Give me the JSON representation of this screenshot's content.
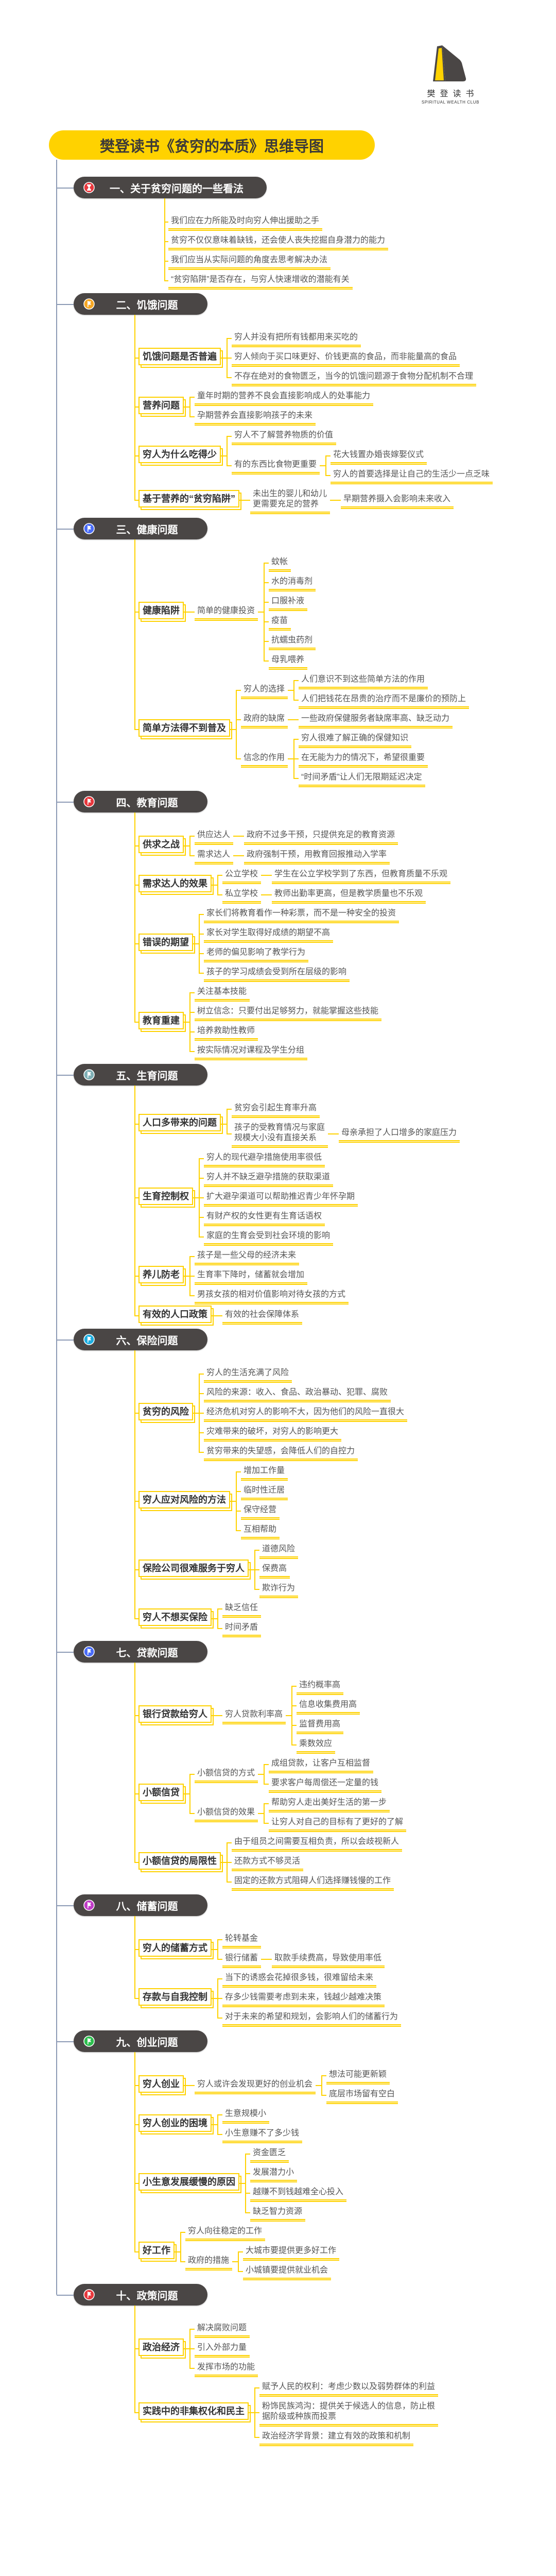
{
  "logo": {
    "cn": "樊登读书",
    "en": "SPIRITUAL WEALTH CLUB",
    "colors": {
      "yellow": "#ffd200",
      "dark": "#4a4645"
    }
  },
  "title": "樊登读书《贫穷的本质》思维导图",
  "colors": {
    "accent": "#ffd200",
    "section_bg": "#4a4645",
    "trunk": "#8c9ab5"
  },
  "sections": [
    {
      "title": "一、关于贫穷问题的一些看法",
      "icon": "hourglass-icon",
      "icon_color": "#e8383d",
      "children": [
        {
          "label": "我们应在力所能及时向穷人伸出援助之手"
        },
        {
          "label": "贫穷不仅仅意味着缺钱，还会使人丧失挖掘自身潜力的能力"
        },
        {
          "label": "我们应当从实际问题的角度去思考解决办法"
        },
        {
          "label": "“贫穷陷阱”是否存在，与穷人快速增收的潜能有关"
        }
      ]
    },
    {
      "title": "二、饥饿问题",
      "icon": "flag-icon",
      "icon_color": "#f5a623",
      "children": [
        {
          "label": "饥饿问题是否普遍",
          "children": [
            {
              "label": "穷人并没有把所有钱都用来买吃的"
            },
            {
              "label": "穷人倾向于买口味更好、价钱更高的食品，而非能量高的食品"
            },
            {
              "label": "不存在绝对的食物匮乏，当今的饥饿问题源于食物分配机制不合理"
            }
          ]
        },
        {
          "label": "营养问题",
          "children": [
            {
              "label": "童年时期的营养不良会直接影响成人的处事能力"
            },
            {
              "label": "孕期营养会直接影响孩子的未来"
            }
          ]
        },
        {
          "label": "穷人为什么吃得少",
          "children": [
            {
              "label": "穷人不了解营养物质的价值"
            },
            {
              "label": "有的东西比食物更重要",
              "children": [
                {
                  "label": "花大钱置办婚丧嫁娶仪式"
                },
                {
                  "label": "穷人的首要选择是让自己的生活少一点乏味"
                }
              ]
            }
          ]
        },
        {
          "label": "基于营养的“贫穷陷阱”",
          "children": [
            {
              "label": "未出生的婴儿和幼儿\n更需要充足的营养",
              "children": [
                {
                  "label": "早期营养摄入会影响未来收入"
                }
              ]
            }
          ]
        }
      ]
    },
    {
      "title": "三、健康问题",
      "icon": "flag-icon",
      "icon_color": "#4a6cf7",
      "children": [
        {
          "label": "健康陷阱",
          "children": [
            {
              "label": "简单的健康投资",
              "children": [
                {
                  "label": "蚊帐"
                },
                {
                  "label": "水的消毒剂"
                },
                {
                  "label": "口服补液"
                },
                {
                  "label": "疫苗"
                },
                {
                  "label": "抗蠕虫药剂"
                },
                {
                  "label": "母乳喂养"
                }
              ]
            }
          ]
        },
        {
          "label": "简单方法得不到普及",
          "children": [
            {
              "label": "穷人的选择",
              "children": [
                {
                  "label": "人们意识不到这些简单方法的作用"
                },
                {
                  "label": "人们把钱花在昂贵的治疗而不是廉价的预防上"
                }
              ]
            },
            {
              "label": "政府的缺席",
              "children": [
                {
                  "label": "一些政府保健服务者缺席率高、缺乏动力"
                }
              ]
            },
            {
              "label": "信念的作用",
              "children": [
                {
                  "label": "穷人很难了解正确的保健知识"
                },
                {
                  "label": "在无能为力的情况下，希望很重要"
                },
                {
                  "label": "“时间矛盾”让人们无限期延迟决定"
                }
              ]
            }
          ]
        }
      ]
    },
    {
      "title": "四、教育问题",
      "icon": "flag-icon",
      "icon_color": "#e8383d",
      "children": [
        {
          "label": "供求之战",
          "children": [
            {
              "label": "供应达人",
              "children": [
                {
                  "label": "政府不过多干预，只提供充足的教育资源"
                }
              ]
            },
            {
              "label": "需求达人",
              "children": [
                {
                  "label": "政府强制干预，用教育回报推动入学率"
                }
              ]
            }
          ]
        },
        {
          "label": "需求达人的效果",
          "children": [
            {
              "label": "公立学校",
              "children": [
                {
                  "label": "学生在公立学校学到了东西，但教育质量不乐观"
                }
              ]
            },
            {
              "label": "私立学校",
              "children": [
                {
                  "label": "教师出勤率更高，但是教学质量也不乐观"
                }
              ]
            }
          ]
        },
        {
          "label": "错误的期望",
          "children": [
            {
              "label": "家长们将教育看作一种彩票，而不是一种安全的投资"
            },
            {
              "label": "家长对学生取得好成绩的期望不高"
            },
            {
              "label": "老师的偏见影响了教学行为"
            },
            {
              "label": "孩子的学习成绩会受到所在层级的影响"
            }
          ]
        },
        {
          "label": "教育重建",
          "children": [
            {
              "label": "关注基本技能"
            },
            {
              "label": "树立信念：只要付出足够努力，就能掌握这些技能"
            },
            {
              "label": "培养救助性教师"
            },
            {
              "label": "按实际情况对课程及学生分组"
            }
          ]
        }
      ]
    },
    {
      "title": "五、生育问题",
      "icon": "flag-icon",
      "icon_color": "#7fb0b6",
      "children": [
        {
          "label": "人口多带来的问题",
          "children": [
            {
              "label": "贫穷会引起生育率升高"
            },
            {
              "label": "孩子的受教育情况与家庭\n规模大小没有直接关系",
              "children": [
                {
                  "label": "母亲承担了人口增多的家庭压力"
                }
              ]
            }
          ]
        },
        {
          "label": "生育控制权",
          "children": [
            {
              "label": "穷人的现代避孕措施使用率很低"
            },
            {
              "label": "穷人并不缺乏避孕措施的获取渠道"
            },
            {
              "label": "扩大避孕渠道可以帮助推迟青少年怀孕期"
            },
            {
              "label": "有财产权的女性更有生育话语权"
            },
            {
              "label": "家庭的生育会受到社会环境的影响"
            }
          ]
        },
        {
          "label": "养儿防老",
          "children": [
            {
              "label": "孩子是一些父母的经济未来"
            },
            {
              "label": "生育率下降时，储蓄就会增加"
            },
            {
              "label": "男孩女孩的相对价值影响对待女孩的方式"
            }
          ]
        },
        {
          "label": "有效的人口政策",
          "children": [
            {
              "label": "有效的社会保障体系"
            }
          ]
        }
      ]
    },
    {
      "title": "六、保险问题",
      "icon": "flag-icon",
      "icon_color": "#1eaee0",
      "children": [
        {
          "label": "贫穷的风险",
          "children": [
            {
              "label": "穷人的生活充满了风险"
            },
            {
              "label": "风险的来源：收入、食品、政治暴动、犯罪、腐败"
            },
            {
              "label": "经济危机对穷人的影响不大，因为他们的风险一直很大"
            },
            {
              "label": "灾难带来的破坏，对穷人的影响更大"
            },
            {
              "label": "贫穷带来的失望感，会降低人们的自控力"
            }
          ]
        },
        {
          "label": "穷人应对风险的方法",
          "children": [
            {
              "label": "增加工作量"
            },
            {
              "label": "临时性迁居"
            },
            {
              "label": "保守经营"
            },
            {
              "label": "互相帮助"
            }
          ]
        },
        {
          "label": "保险公司很难服务于穷人",
          "children": [
            {
              "label": "道德风险"
            },
            {
              "label": "保费高"
            },
            {
              "label": "欺诈行为"
            }
          ]
        },
        {
          "label": "穷人不想买保险",
          "children": [
            {
              "label": "缺乏信任"
            },
            {
              "label": "时间矛盾"
            }
          ]
        }
      ]
    },
    {
      "title": "七、贷款问题",
      "icon": "flag-icon",
      "icon_color": "#4a6cf7",
      "children": [
        {
          "label": "银行贷款给穷人",
          "children": [
            {
              "label": "穷人贷款利率高",
              "children": [
                {
                  "label": "违约概率高"
                },
                {
                  "label": "信息收集费用高"
                },
                {
                  "label": "监督费用高"
                },
                {
                  "label": "乘数效应"
                }
              ]
            }
          ]
        },
        {
          "label": "小额信贷",
          "children": [
            {
              "label": "小额信贷的方式",
              "children": [
                {
                  "label": "成组贷款，让客户互相监督"
                },
                {
                  "label": "要求客户每周偿还一定量的钱"
                }
              ]
            },
            {
              "label": "小额信贷的效果",
              "children": [
                {
                  "label": "帮助穷人走出美好生活的第一步"
                },
                {
                  "label": "让穷人对自己的目标有了更好的了解"
                }
              ]
            }
          ]
        },
        {
          "label": "小额信贷的局限性",
          "children": [
            {
              "label": "由于组员之间需要互相负责，所以会歧视新人"
            },
            {
              "label": "还款方式不够灵活"
            },
            {
              "label": "固定的还款方式阻碍人们选择赚钱慢的工作"
            }
          ]
        }
      ]
    },
    {
      "title": "八、储蓄问题",
      "icon": "flag-icon",
      "icon_color": "#c03cc8",
      "children": [
        {
          "label": "穷人的储蓄方式",
          "children": [
            {
              "label": "轮转基金"
            },
            {
              "label": "银行储蓄",
              "children": [
                {
                  "label": "取款手续费高，导致使用率低"
                }
              ]
            }
          ]
        },
        {
          "label": "存款与自我控制",
          "children": [
            {
              "label": "当下的诱惑会花掉很多钱，很难留给未来"
            },
            {
              "label": "存多少钱需要考虑到未来，钱越少越难决策"
            },
            {
              "label": "对于未来的希望和规划，会影响人们的储蓄行为"
            }
          ]
        }
      ]
    },
    {
      "title": "九、创业问题",
      "icon": "flag-icon",
      "icon_color": "#2dbf4e",
      "children": [
        {
          "label": "穷人创业",
          "children": [
            {
              "label": "穷人或许会发现更好的创业机会",
              "children": [
                {
                  "label": "想法可能更新颖"
                },
                {
                  "label": "底层市场留有空白"
                }
              ]
            }
          ]
        },
        {
          "label": "穷人创业的困境",
          "children": [
            {
              "label": "生意规模小"
            },
            {
              "label": "小生意赚不了多少钱"
            }
          ]
        },
        {
          "label": "小生意发展缓慢的原因",
          "children": [
            {
              "label": "资金匮乏"
            },
            {
              "label": "发展潜力小"
            },
            {
              "label": "越赚不到钱越难全心投入"
            },
            {
              "label": "缺乏智力资源"
            }
          ]
        },
        {
          "label": "好工作",
          "children": [
            {
              "label": "穷人向往稳定的工作"
            },
            {
              "label": "政府的措施",
              "children": [
                {
                  "label": "大城市要提供更多好工作"
                },
                {
                  "label": "小城镇要提供就业机会"
                }
              ]
            }
          ]
        }
      ]
    },
    {
      "title": "十、政策问题",
      "icon": "flag-icon",
      "icon_color": "#e8383d",
      "children": [
        {
          "label": "政治经济",
          "children": [
            {
              "label": "解决腐败问题"
            },
            {
              "label": "引入外部力量"
            },
            {
              "label": "发挥市场的功能"
            }
          ]
        },
        {
          "label": "实践中的非集权化和民主",
          "children": [
            {
              "label": "赋予人民的权利：考虑少数以及弱势群体的利益"
            },
            {
              "label": "粉饰民族鸿沟：提供关于候选人的信息，防止根\n据阶级或种族而投票"
            },
            {
              "label": "政治经济学背景：建立有效的政策和机制"
            }
          ]
        }
      ]
    }
  ]
}
